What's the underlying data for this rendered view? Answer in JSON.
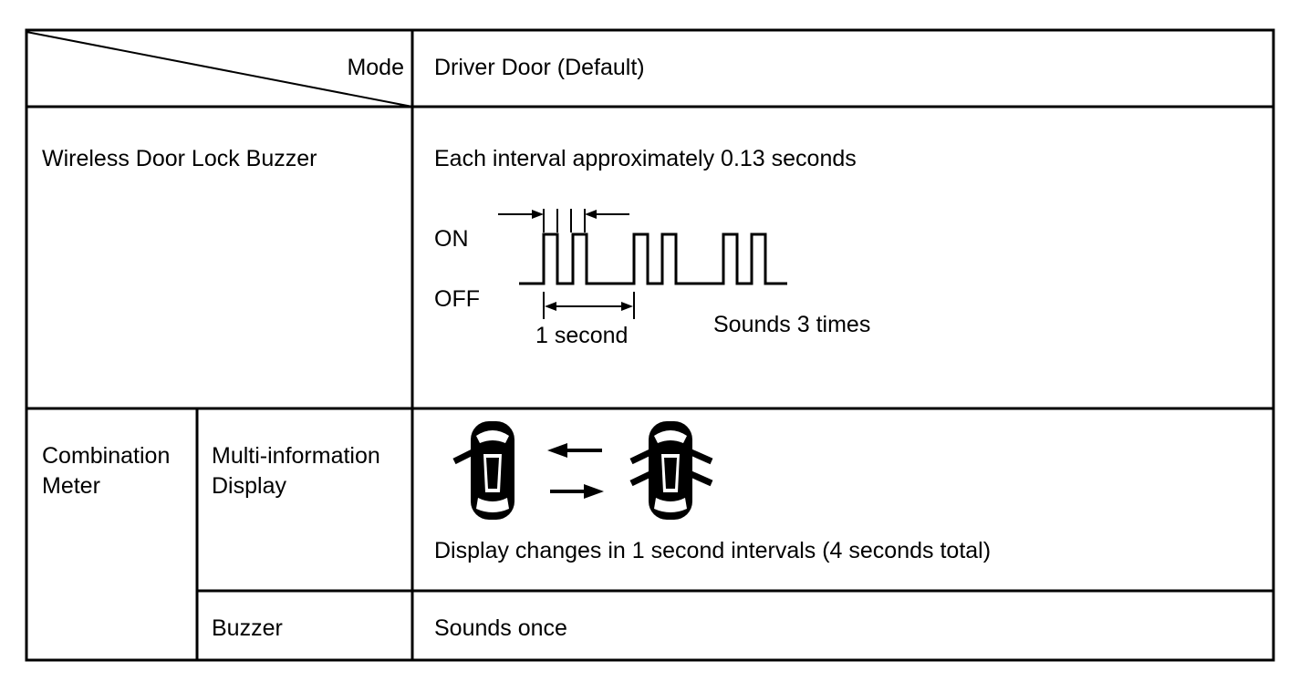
{
  "header": {
    "mode_label": "Mode",
    "mode_value": "Driver Door (Default)"
  },
  "buzzer_row": {
    "label": "Wireless Door Lock Buzzer",
    "interval_text": "Each interval approximately 0.13 seconds",
    "diagram": {
      "on_label": "ON",
      "off_label": "OFF",
      "period_label": "1 second",
      "count_label": "Sounds 3 times"
    }
  },
  "meter_row": {
    "label": "Combination Meter",
    "label_line1": "Combination",
    "label_line2": "Meter",
    "display": {
      "label_line1": "Multi-information",
      "label_line2": "Display",
      "caption": "Display changes in 1 second intervals (4 seconds total)",
      "icons": [
        "car-door-open-icon",
        "arrow-left-icon",
        "arrow-right-icon",
        "car-all-doors-open-icon"
      ]
    },
    "buzzer": {
      "label": "Buzzer",
      "value": "Sounds once"
    }
  }
}
